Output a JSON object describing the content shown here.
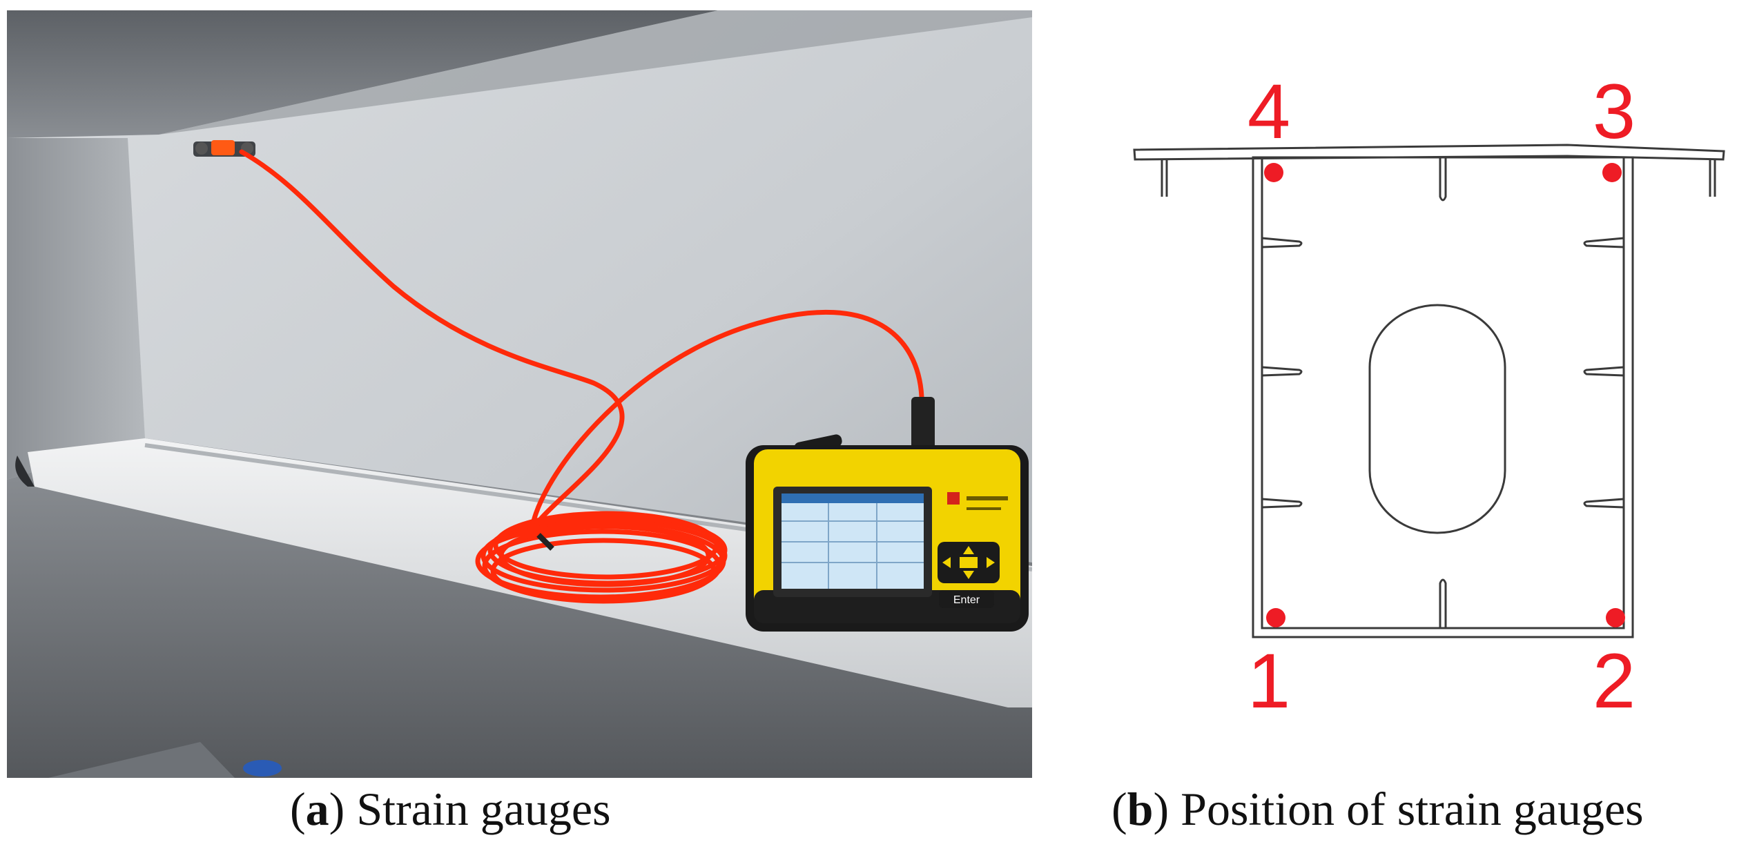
{
  "captions": {
    "a": {
      "letter": "a",
      "text": "Strain gauges"
    },
    "b": {
      "letter": "b",
      "text": "Position of strain gauges"
    }
  },
  "device": {
    "enter_key": "Enter"
  },
  "gauges": [
    {
      "id": "4",
      "label": "4"
    },
    {
      "id": "3",
      "label": "3"
    },
    {
      "id": "1",
      "label": "1"
    },
    {
      "id": "2",
      "label": "2"
    }
  ],
  "colors": {
    "gauge_marker": "#ee1c25",
    "cable": "#ff2a0a",
    "device_body": "#f2d300",
    "outline": "#3a3a3a"
  }
}
